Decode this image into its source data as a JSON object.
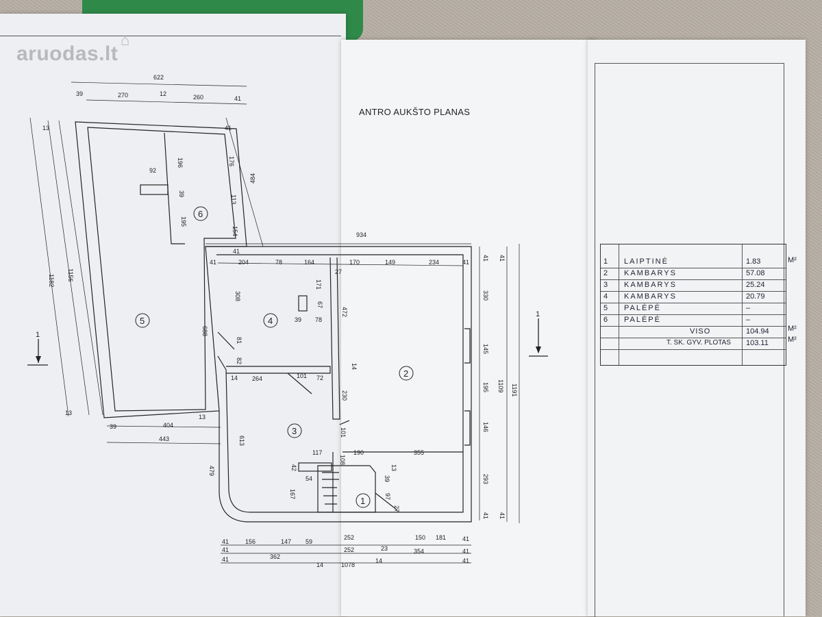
{
  "watermark": {
    "text": "aruodas",
    "suffix": ".lt"
  },
  "plan_title": "ANTRO AUKŠTO PLANAS",
  "rooms": [
    "1",
    "2",
    "3",
    "4",
    "5",
    "6"
  ],
  "dims": {
    "top_total": "622",
    "top_a": "39",
    "top_b": "270",
    "top_c": "12",
    "top_d": "260",
    "top_e": "41",
    "left_1182": "1182",
    "left_1156": "1156",
    "left_13a": "13",
    "left_13b": "13",
    "d41a": "41",
    "d484": "484",
    "d176": "176",
    "d113": "113",
    "d154": "154",
    "d41b": "41",
    "d196": "196",
    "d92": "92",
    "d39a": "39",
    "d195": "195",
    "d934": "934",
    "r1_41": "41",
    "r1_204": "204",
    "r1_78": "78",
    "r1_164": "164",
    "r1_170": "170",
    "r1_149": "149",
    "r1_234": "234",
    "r1_41b": "41",
    "d27": "27",
    "d171": "171",
    "d308": "308",
    "d67": "67",
    "d39b": "39",
    "d78b": "78",
    "d472": "472",
    "d81": "81",
    "d82": "82",
    "d688": "688",
    "d14a": "14",
    "d264": "264",
    "d101": "101",
    "d72": "72",
    "d14b": "14",
    "d230": "230",
    "d101b": "101",
    "d613": "613",
    "d117": "117",
    "d108": "108",
    "d190": "190",
    "d355": "355",
    "d42": "42",
    "d54": "54",
    "d39c": "39",
    "d13c": "13",
    "d97": "97",
    "d27b": "27",
    "d167": "167",
    "d479": "479",
    "bl_39": "39",
    "bl_404": "404",
    "bl_443": "443",
    "bl_13": "13",
    "right_41a": "41",
    "right_41b": "41",
    "right_330": "330",
    "right_145": "145",
    "right_195": "195",
    "right_146": "146",
    "right_293": "293",
    "right_1109": "1109",
    "right_1191": "1191",
    "right_41c": "41",
    "right_41d": "41",
    "b1_41": "41",
    "b1_156": "156",
    "b1_147": "147",
    "b1_59": "59",
    "b1_252": "252",
    "b1_150": "150",
    "b1_181": "181",
    "b1_41b": "41",
    "b2_41": "41",
    "b2_252": "252",
    "b2_23": "23",
    "b2_354": "354",
    "b2_41b": "41",
    "b3_41": "41",
    "b3_362": "362",
    "b3_14": "14",
    "b3_1078": "1078",
    "b3_14b": "14",
    "b3_41b": "41",
    "section_mark": "1"
  },
  "legend": {
    "rows": [
      {
        "no": "1",
        "name": "LAIPTINĖ",
        "value": "1.83"
      },
      {
        "no": "2",
        "name": "KAMBARYS",
        "value": "57.08"
      },
      {
        "no": "3",
        "name": "KAMBARYS",
        "value": "25.24"
      },
      {
        "no": "4",
        "name": "KAMBARYS",
        "value": "20.79"
      },
      {
        "no": "5",
        "name": "PALĖPĖ",
        "value": "–"
      },
      {
        "no": "6",
        "name": "PALĖPĖ",
        "value": "–"
      }
    ],
    "total_label": "VISO",
    "total_value": "104.94",
    "living_label": "T. SK. GYV. PLOTAS",
    "living_value": "103.11",
    "unit": "M²"
  }
}
